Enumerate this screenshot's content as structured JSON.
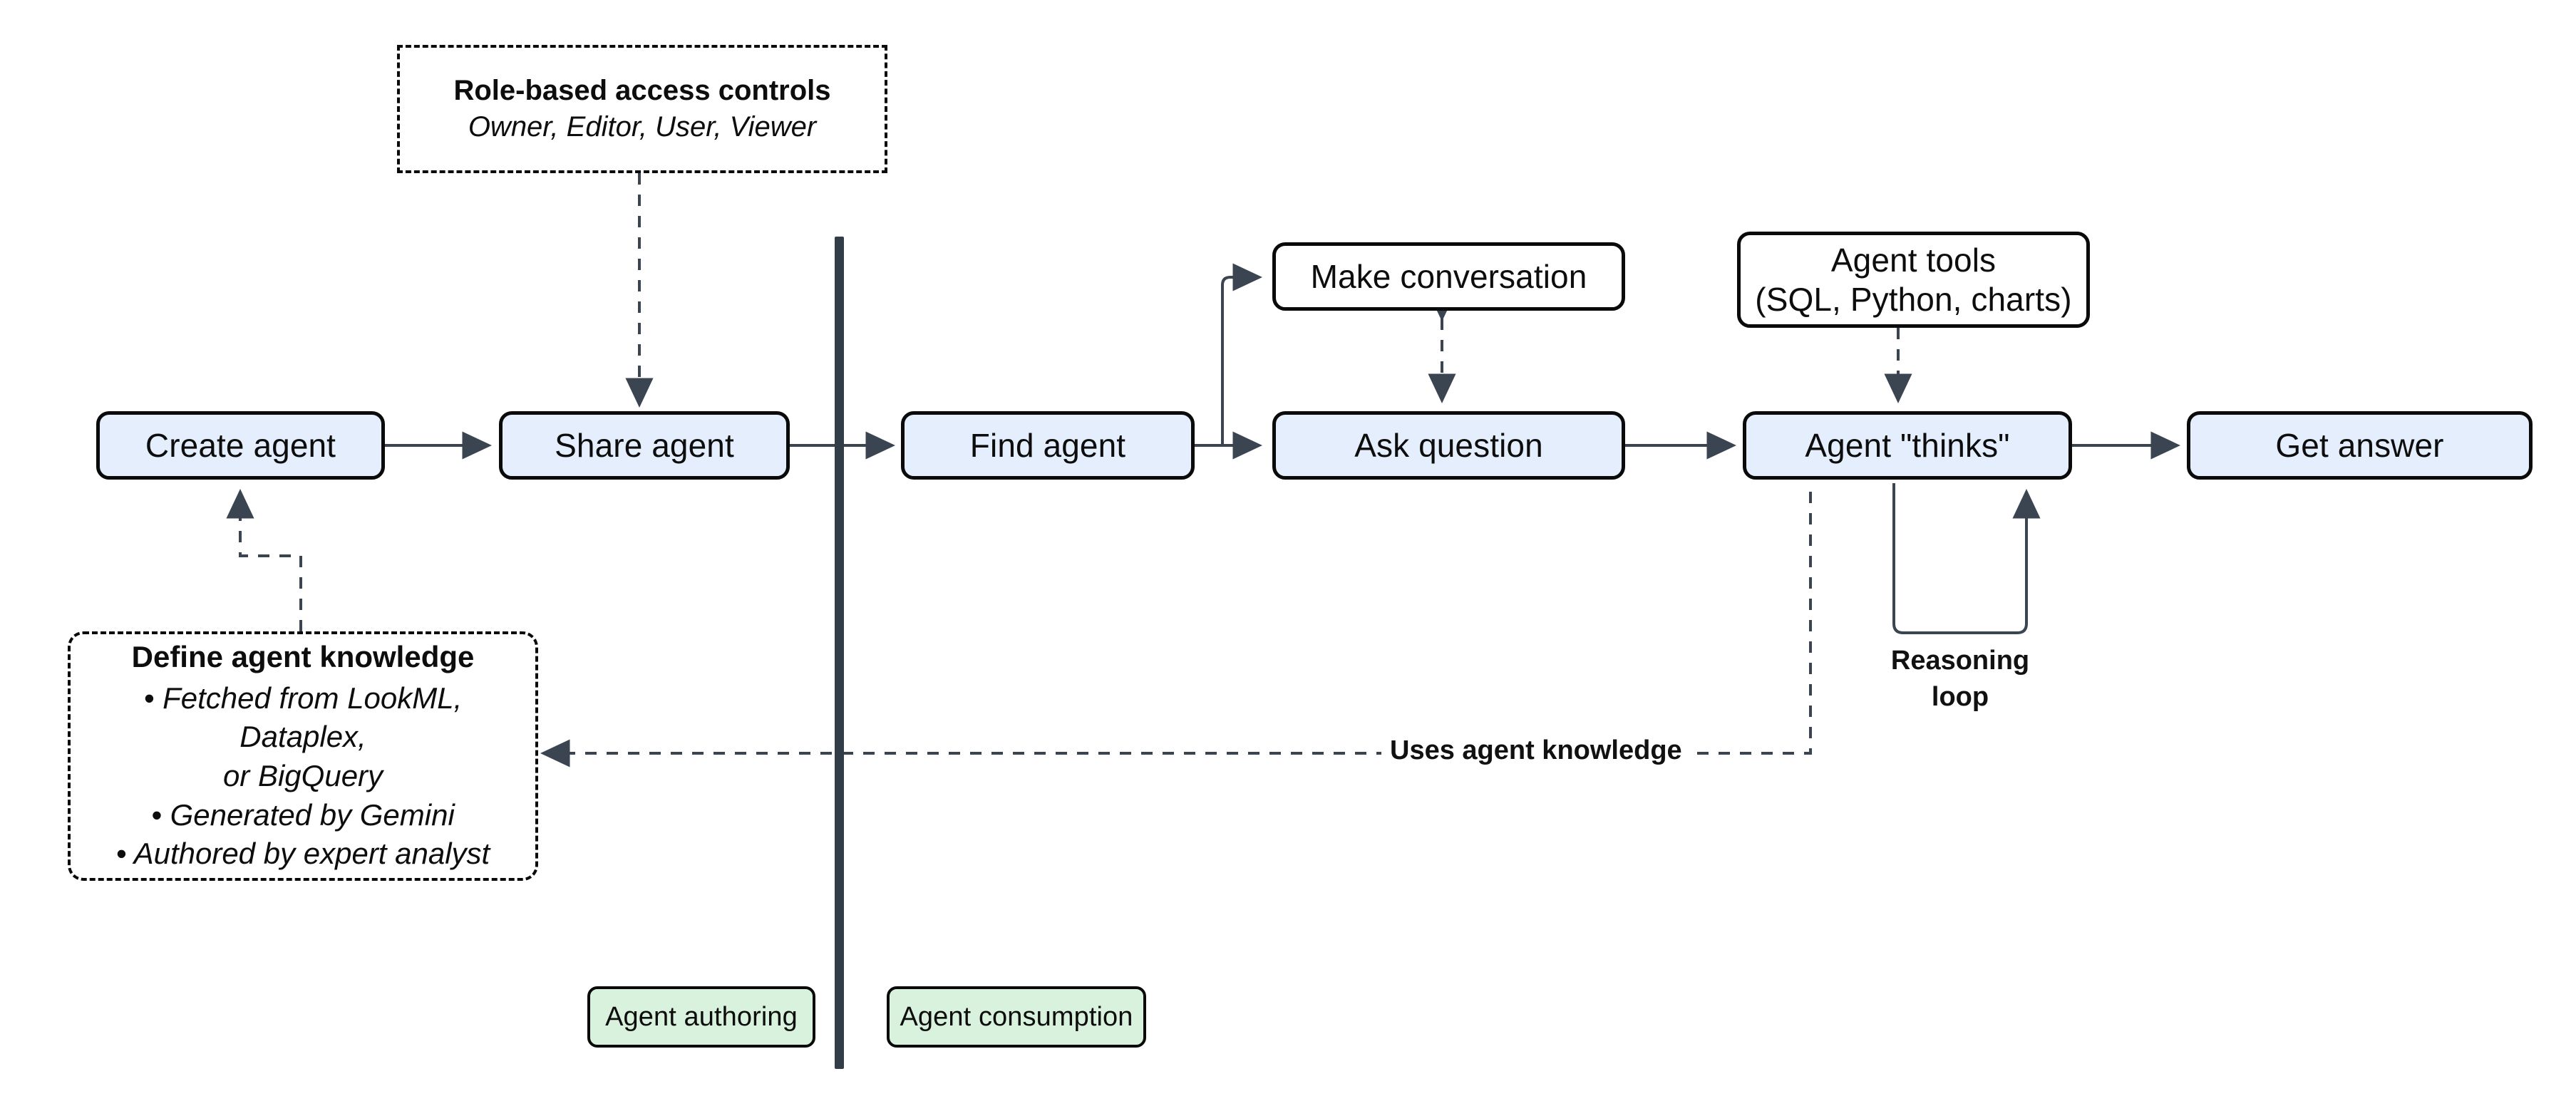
{
  "diagram": {
    "type": "flowchart",
    "title": "Agent authoring and consumption flow",
    "colors": {
      "process_fill": "#e4eefc",
      "plain_fill": "#ffffff",
      "legend_fill": "#d9f2dd",
      "border": "#0a0a0a",
      "connector": "#3a4551",
      "divider": "#333d47"
    }
  },
  "nodes": {
    "create_agent": "Create agent",
    "share_agent": "Share agent",
    "find_agent": "Find agent",
    "make_conversation": "Make conversation",
    "ask_question": "Ask question",
    "agent_tools_line1": "Agent tools",
    "agent_tools_line2": "(SQL, Python, charts)",
    "agent_thinks": "Agent \"thinks\"",
    "get_answer": "Get answer"
  },
  "notes": {
    "rbac": {
      "title": "Role-based access controls",
      "detail": "Owner, Editor, User, Viewer"
    },
    "knowledge": {
      "title": "Define agent knowledge",
      "bullets": [
        "• Fetched from LookML, Dataplex,",
        "or BigQuery",
        "• Generated by Gemini",
        "• Authored by expert analyst"
      ]
    }
  },
  "labels": {
    "uses_agent_knowledge": "Uses agent knowledge",
    "reasoning_loop_line1": "Reasoning",
    "reasoning_loop_line2": "loop"
  },
  "legend": {
    "authoring": "Agent authoring",
    "consumption": "Agent consumption"
  }
}
